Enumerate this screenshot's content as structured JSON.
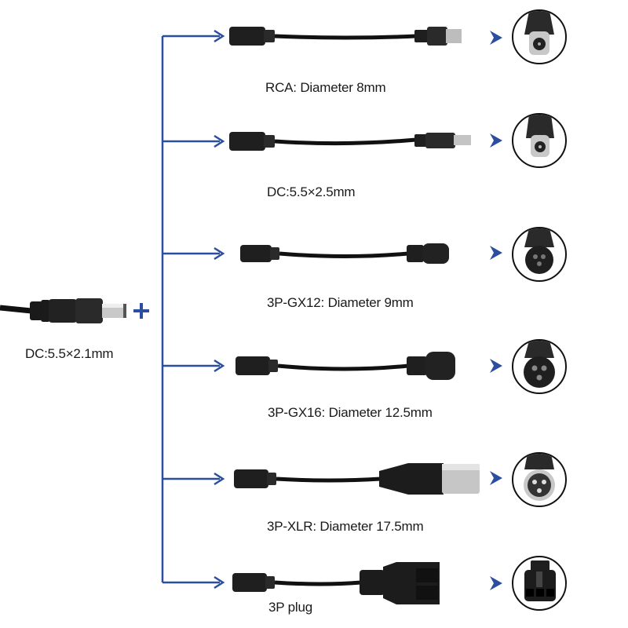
{
  "accent_color": "#2b4f9e",
  "source": {
    "label": "DC:5.5×2.1mm",
    "plus_symbol": "+"
  },
  "adapters": [
    {
      "label": "RCA: Diameter 8mm",
      "connector": "rca-plug"
    },
    {
      "label": "DC:5.5×2.5mm",
      "connector": "dc-barrel-plug"
    },
    {
      "label": "3P-GX12: Diameter 9mm",
      "connector": "gx12-connector"
    },
    {
      "label": "3P-GX16: Diameter 12.5mm",
      "connector": "gx16-connector"
    },
    {
      "label": "3P-XLR: Diameter 17.5mm",
      "connector": "xlr-connector"
    },
    {
      "label": "3P plug",
      "connector": "3p-plug-connector"
    }
  ]
}
